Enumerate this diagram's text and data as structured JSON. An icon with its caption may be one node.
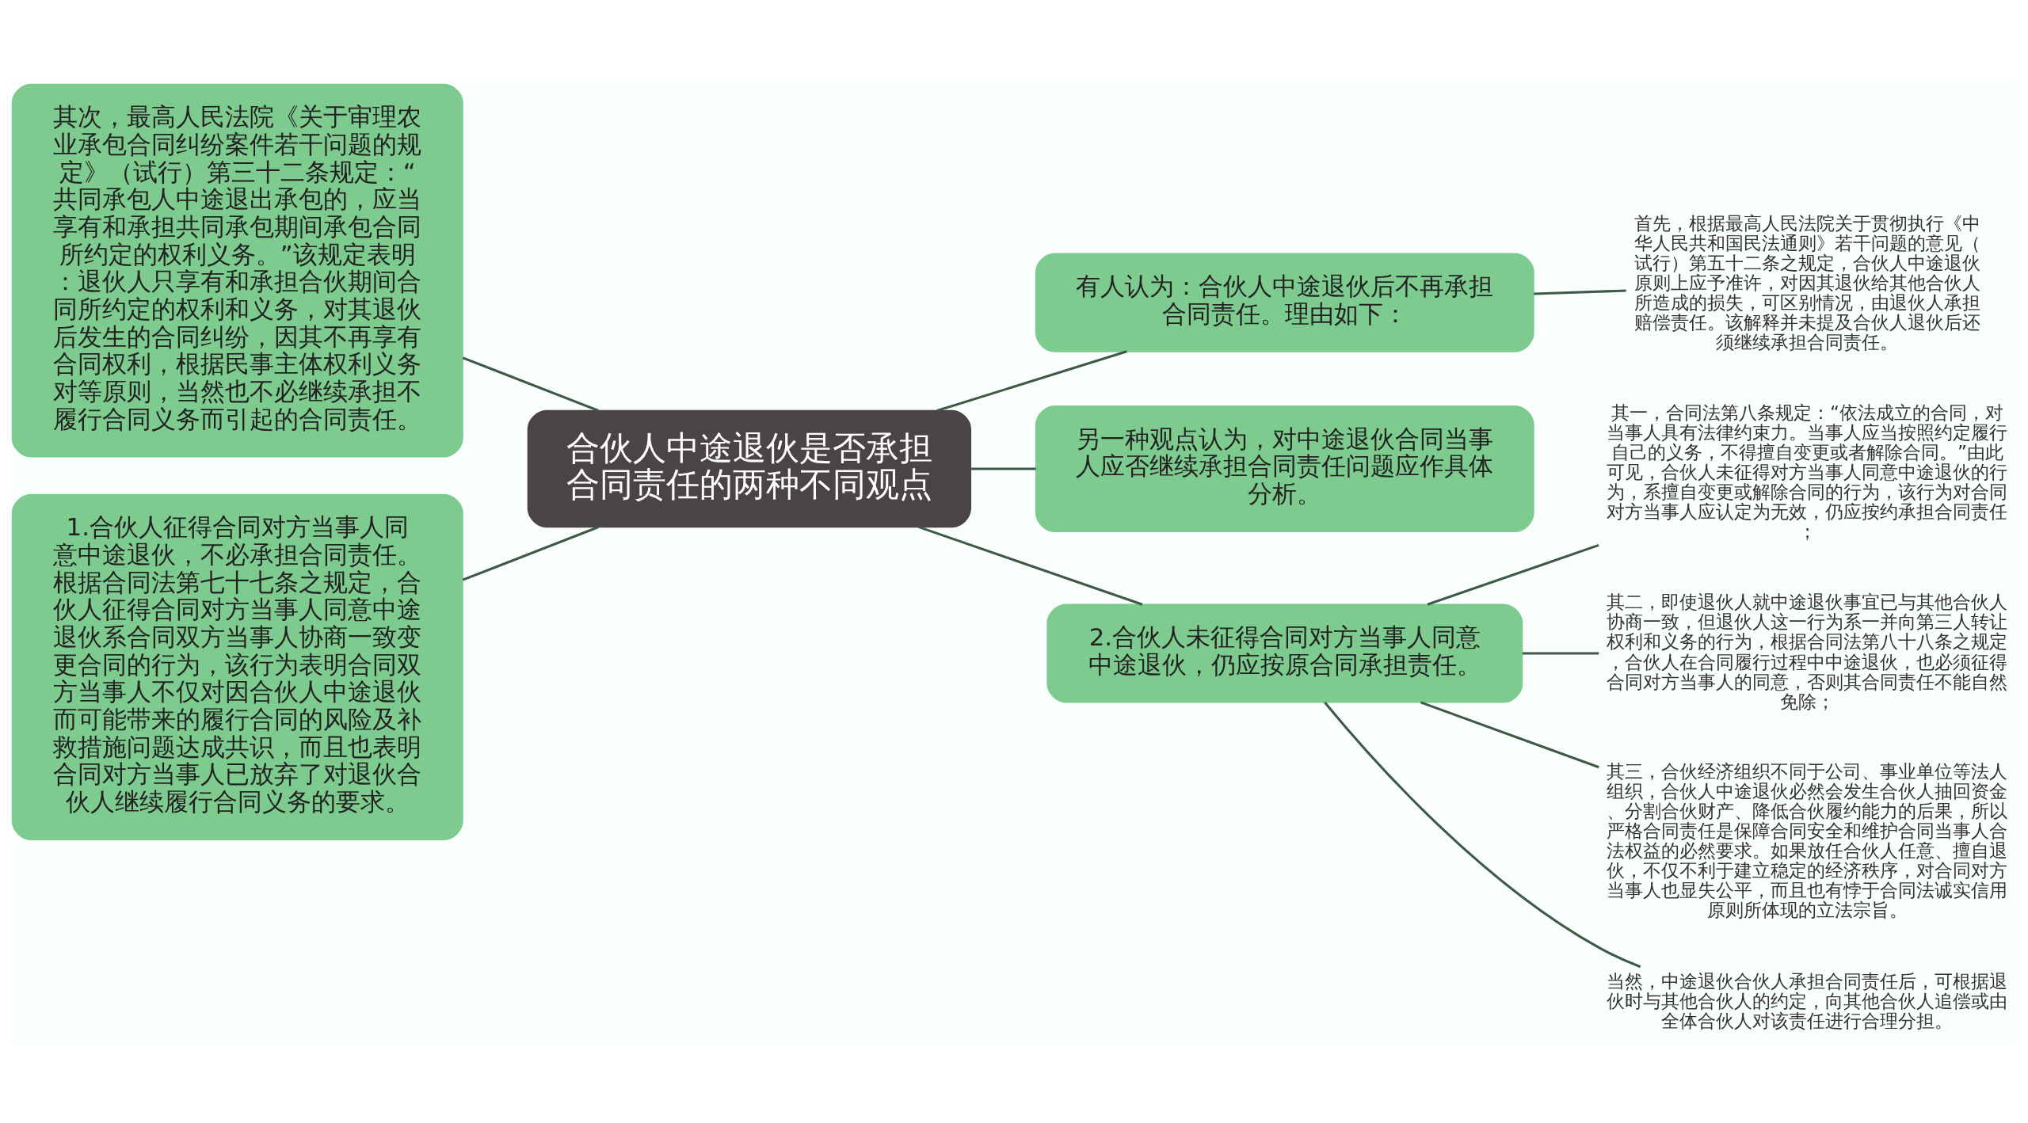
{
  "diagram": {
    "nodes": [
      {
        "text": [
          "合伙人中途退伙是否承担合同责任的两种不同观点"
        ]
      },
      {
        "text": [
          "其次，最高人民法院《关于审理农业承包合同纠纷案件若干问题的规定》（试行）第三十二条规定：“共同承包人中途退出承包的，应当享有和承担共同承包期间承包合同所约定的权利义务。”该规定表明：退伙人只享有和承担合伙期间合同所约定的权利和义务，对其退伙后发生的合同纠纷，因其不再享有合同权利，根据民事主体权利义务对等原则，当然也不必继续承担不履行合同义务而引起的合同责任。"
        ]
      },
      {
        "text": [
          "1.合伙人征得合同对方当事人同意中途退伙，不必承担合同责任。根据合同法第七十七条之规定，合伙人征得合同对方当事人同意中途退伙系合同双方当事人协商一致变更合同的行为，该行为表明合同双方当事人不仅对因合伙人中途退伙而可能带来的履行合同的风险及补救措施问题达成共识，而且也表明合同对方当事人已放弃了对退伙合伙人继续履行合同义务的要求。"
        ]
      },
      {
        "text": [
          "有人认为：合伙人中途退伙后不再承担合同责任。理由如下："
        ]
      },
      {
        "text": [
          "首先，根据最高人民法院关于贯彻执行《中华人民共和国民法通则》若干问题的意见（试行）第五十二条之规定，合伙人中途退伙原则上应予准许，对因其退伙给其他合伙人所造成的损失，可区别情况，由退伙人承担赔偿责任。该解释并未提及合伙人退伙后还须继续承担合同责任。"
        ]
      },
      {
        "text": [
          "另一种观点认为，对中途退伙合同当事人应否继续承担合同责任问题应作具体分析。"
        ]
      },
      {
        "text": [
          "2.合伙人未征得合同对方当事人同意中途退伙，仍应按原合同承担责任。"
        ]
      },
      {
        "text": [
          "其一，合同法第八条规定：“依法成立的合同，对当事人具有法律约束力。当事人应当按照约定履行自己的义务，不得擅自变更或者解除合同。”由此可见，合伙人未征得对方当事人同意中途退伙的行为，系擅自变更或解除合同的行为，该行为对合同对方当事人应认定为无效，仍应按约承担合同责任；"
        ]
      },
      {
        "text": [
          "其二，即使退伙人就中途退伙事宜已与其他合伙人协商一致，但退伙人这一行为系一并向第三人转让权利和义务的行为，根据合同法第八十八条之规定，合伙人在合同履行过程中中途退伙，也必须征得合同对方当事人的同意，否则其合同责任不能自然免除；"
        ]
      },
      {
        "text": [
          "其三，合伙经济组织不同于公司、事业单位等法人组织，合伙人中途退伙必然会发生合伙人抽回资金、分割合伙财产、降低合伙履约能力的后果，所以严格合同责任是保障合同安全和维护合同当事人合法权益的必然要求。如果放任合伙人任意、擅自退伙，不仅不利于建立稳定的经济秩序，对合同对方当事人也显失公平，而且也有悖于合同法诚实信用原则所体现的立法宗旨。"
        ]
      },
      {
        "text": [
          "当然，中途退伙合伙人承担合同责任后，可根据退伙时与其他合伙人的约定，向其他合伙人追偿或由全体合伙人对该责任进行合理分担。"
        ]
      }
    ],
    "edges": [
      {
        "from": 1,
        "to": 0,
        "arrow": "none"
      },
      {
        "from": 2,
        "to": 0,
        "arrow": "none"
      },
      {
        "from": 0,
        "to": 3,
        "arrow": "none"
      },
      {
        "from": 3,
        "to": 4,
        "arrow": "none"
      },
      {
        "from": 0,
        "to": 5,
        "arrow": "none"
      },
      {
        "from": 0,
        "to": 6,
        "arrow": "none"
      },
      {
        "from": 6,
        "to": 7,
        "arrow": "none"
      },
      {
        "from": 6,
        "to": 8,
        "arrow": "none"
      },
      {
        "from": 6,
        "to": 9,
        "arrow": "none"
      },
      {
        "from": 6,
        "to": 10,
        "arrow": "none"
      }
    ]
  }
}
